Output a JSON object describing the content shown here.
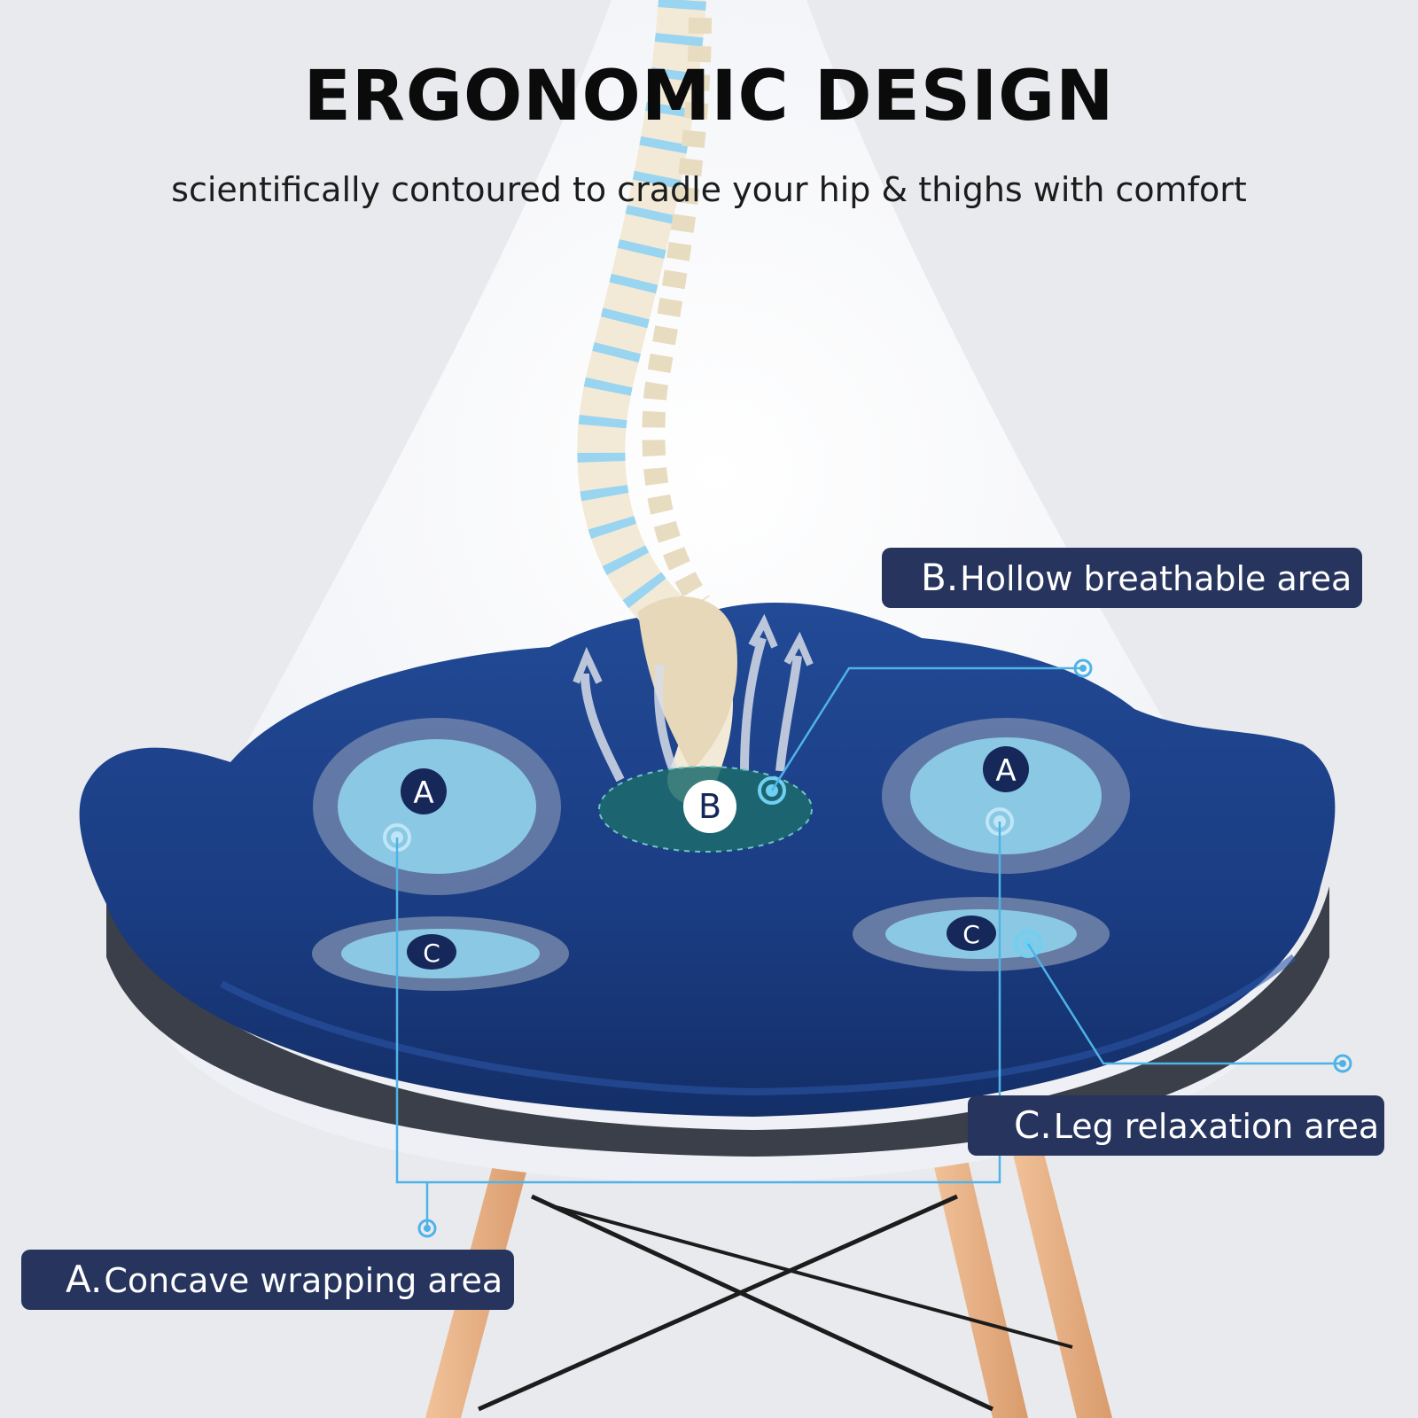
{
  "header": {
    "title": "ERGONOMIC DESIGN",
    "subtitle": "scientifically contoured to cradle your hip & thighs with comfort"
  },
  "callouts": {
    "b": {
      "letter": "B.",
      "text": "Hollow breathable area"
    },
    "c": {
      "letter": "C.",
      "text": "Leg relaxation area"
    },
    "a": {
      "letter": "A.",
      "text": "Concave wrapping area"
    }
  },
  "zone_markers": {
    "a": "A",
    "b": "B",
    "c": "C"
  },
  "colors": {
    "background": "#e9eaed",
    "chair": "#f7f8fb",
    "cushion": "#1e3f86",
    "label_box": "#26345e",
    "leader_line": "#4fb3e8",
    "chair_legs": "#e0a878"
  }
}
